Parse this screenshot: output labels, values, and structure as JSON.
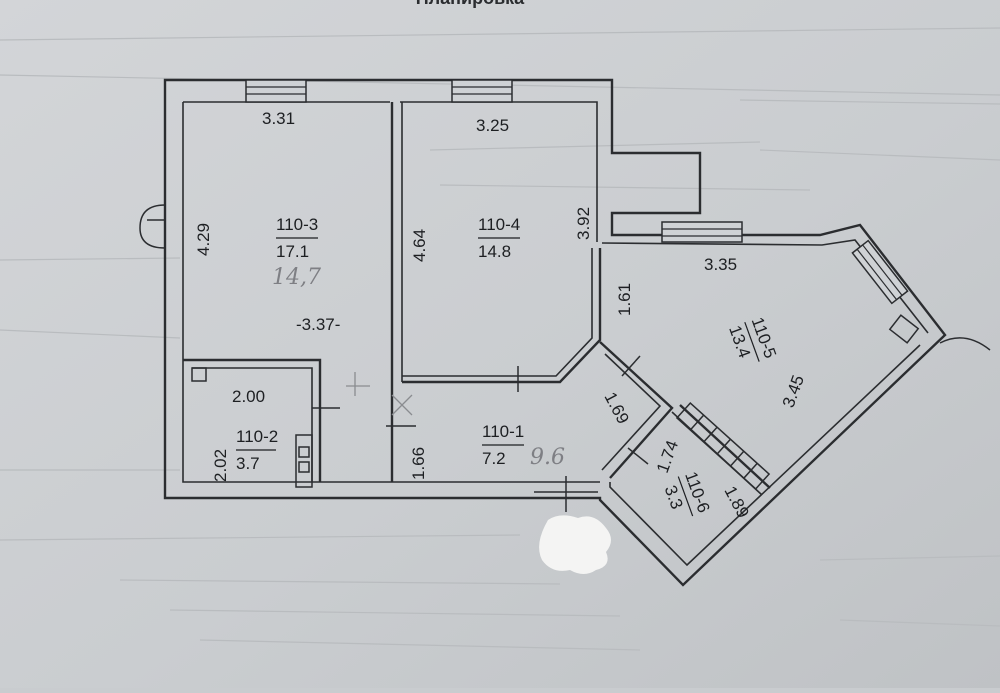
{
  "header": {
    "title_fragment": "Планировка"
  },
  "rooms": [
    {
      "id": "110-3",
      "area": "17.1",
      "handwritten_area": "14,7"
    },
    {
      "id": "110-4",
      "area": "14.8"
    },
    {
      "id": "110-5",
      "area": "13.4"
    },
    {
      "id": "110-2",
      "area": "3.7"
    },
    {
      "id": "110-1",
      "area": "7.2",
      "handwritten_area": "9.6"
    },
    {
      "id": "110-6",
      "area": "3.3"
    }
  ],
  "dimensions": {
    "room3_width": "3.31",
    "room3_height": "4.29",
    "room3_lower_width": "-3.37-",
    "room4_width": "3.25",
    "room4_left_height": "4.64",
    "room4_right_height": "3.92",
    "room5_width": "3.35",
    "room5_left_height": "1.61",
    "room5_right_length": "3.45",
    "room2_width": "2.00",
    "room2_height": "2.02",
    "room1_height": "1.66",
    "corridor_a": "1.69",
    "corridor_b": "1.74",
    "room6_length": "1.89"
  },
  "colors": {
    "paper": "#c9cccf",
    "ink": "#2b2d30",
    "pencil": "#7e7f84"
  }
}
